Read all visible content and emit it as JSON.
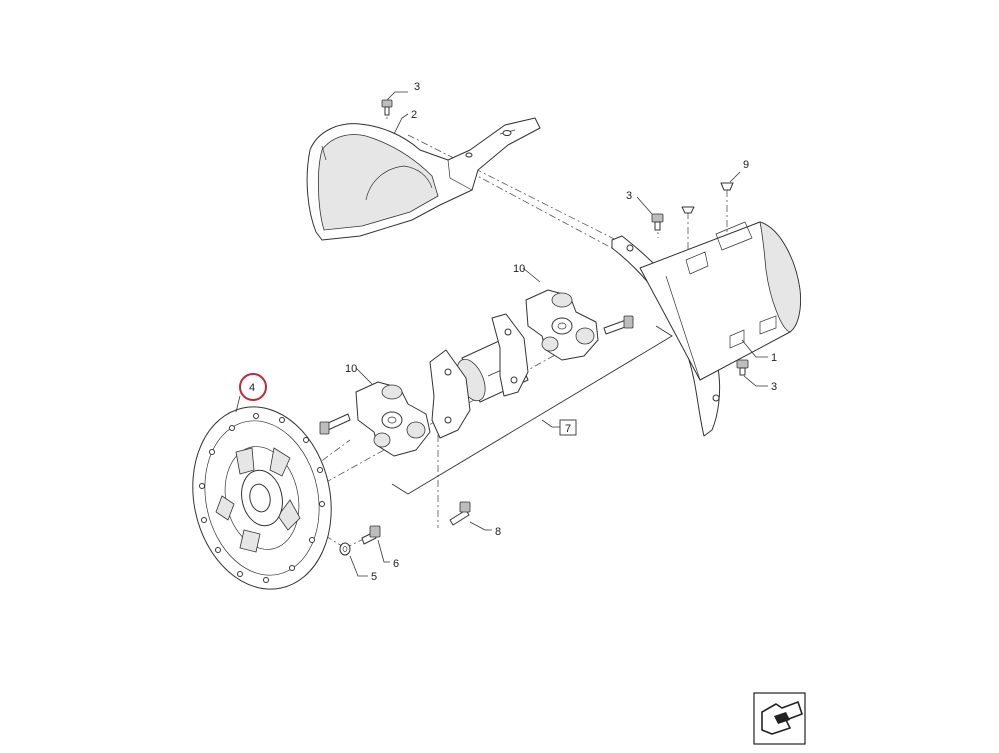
{
  "callouts": {
    "c1": "1",
    "c2": "2",
    "c3a": "3",
    "c3b": "3",
    "c3c": "3",
    "c4": "4",
    "c5": "5",
    "c6": "6",
    "c7": "7",
    "c8": "8",
    "c9": "9",
    "c10a": "10",
    "c10b": "10"
  },
  "colors": {
    "highlight": "#c0283a",
    "line": "#333333"
  },
  "icons": {
    "nav": "arrow-back-icon"
  }
}
